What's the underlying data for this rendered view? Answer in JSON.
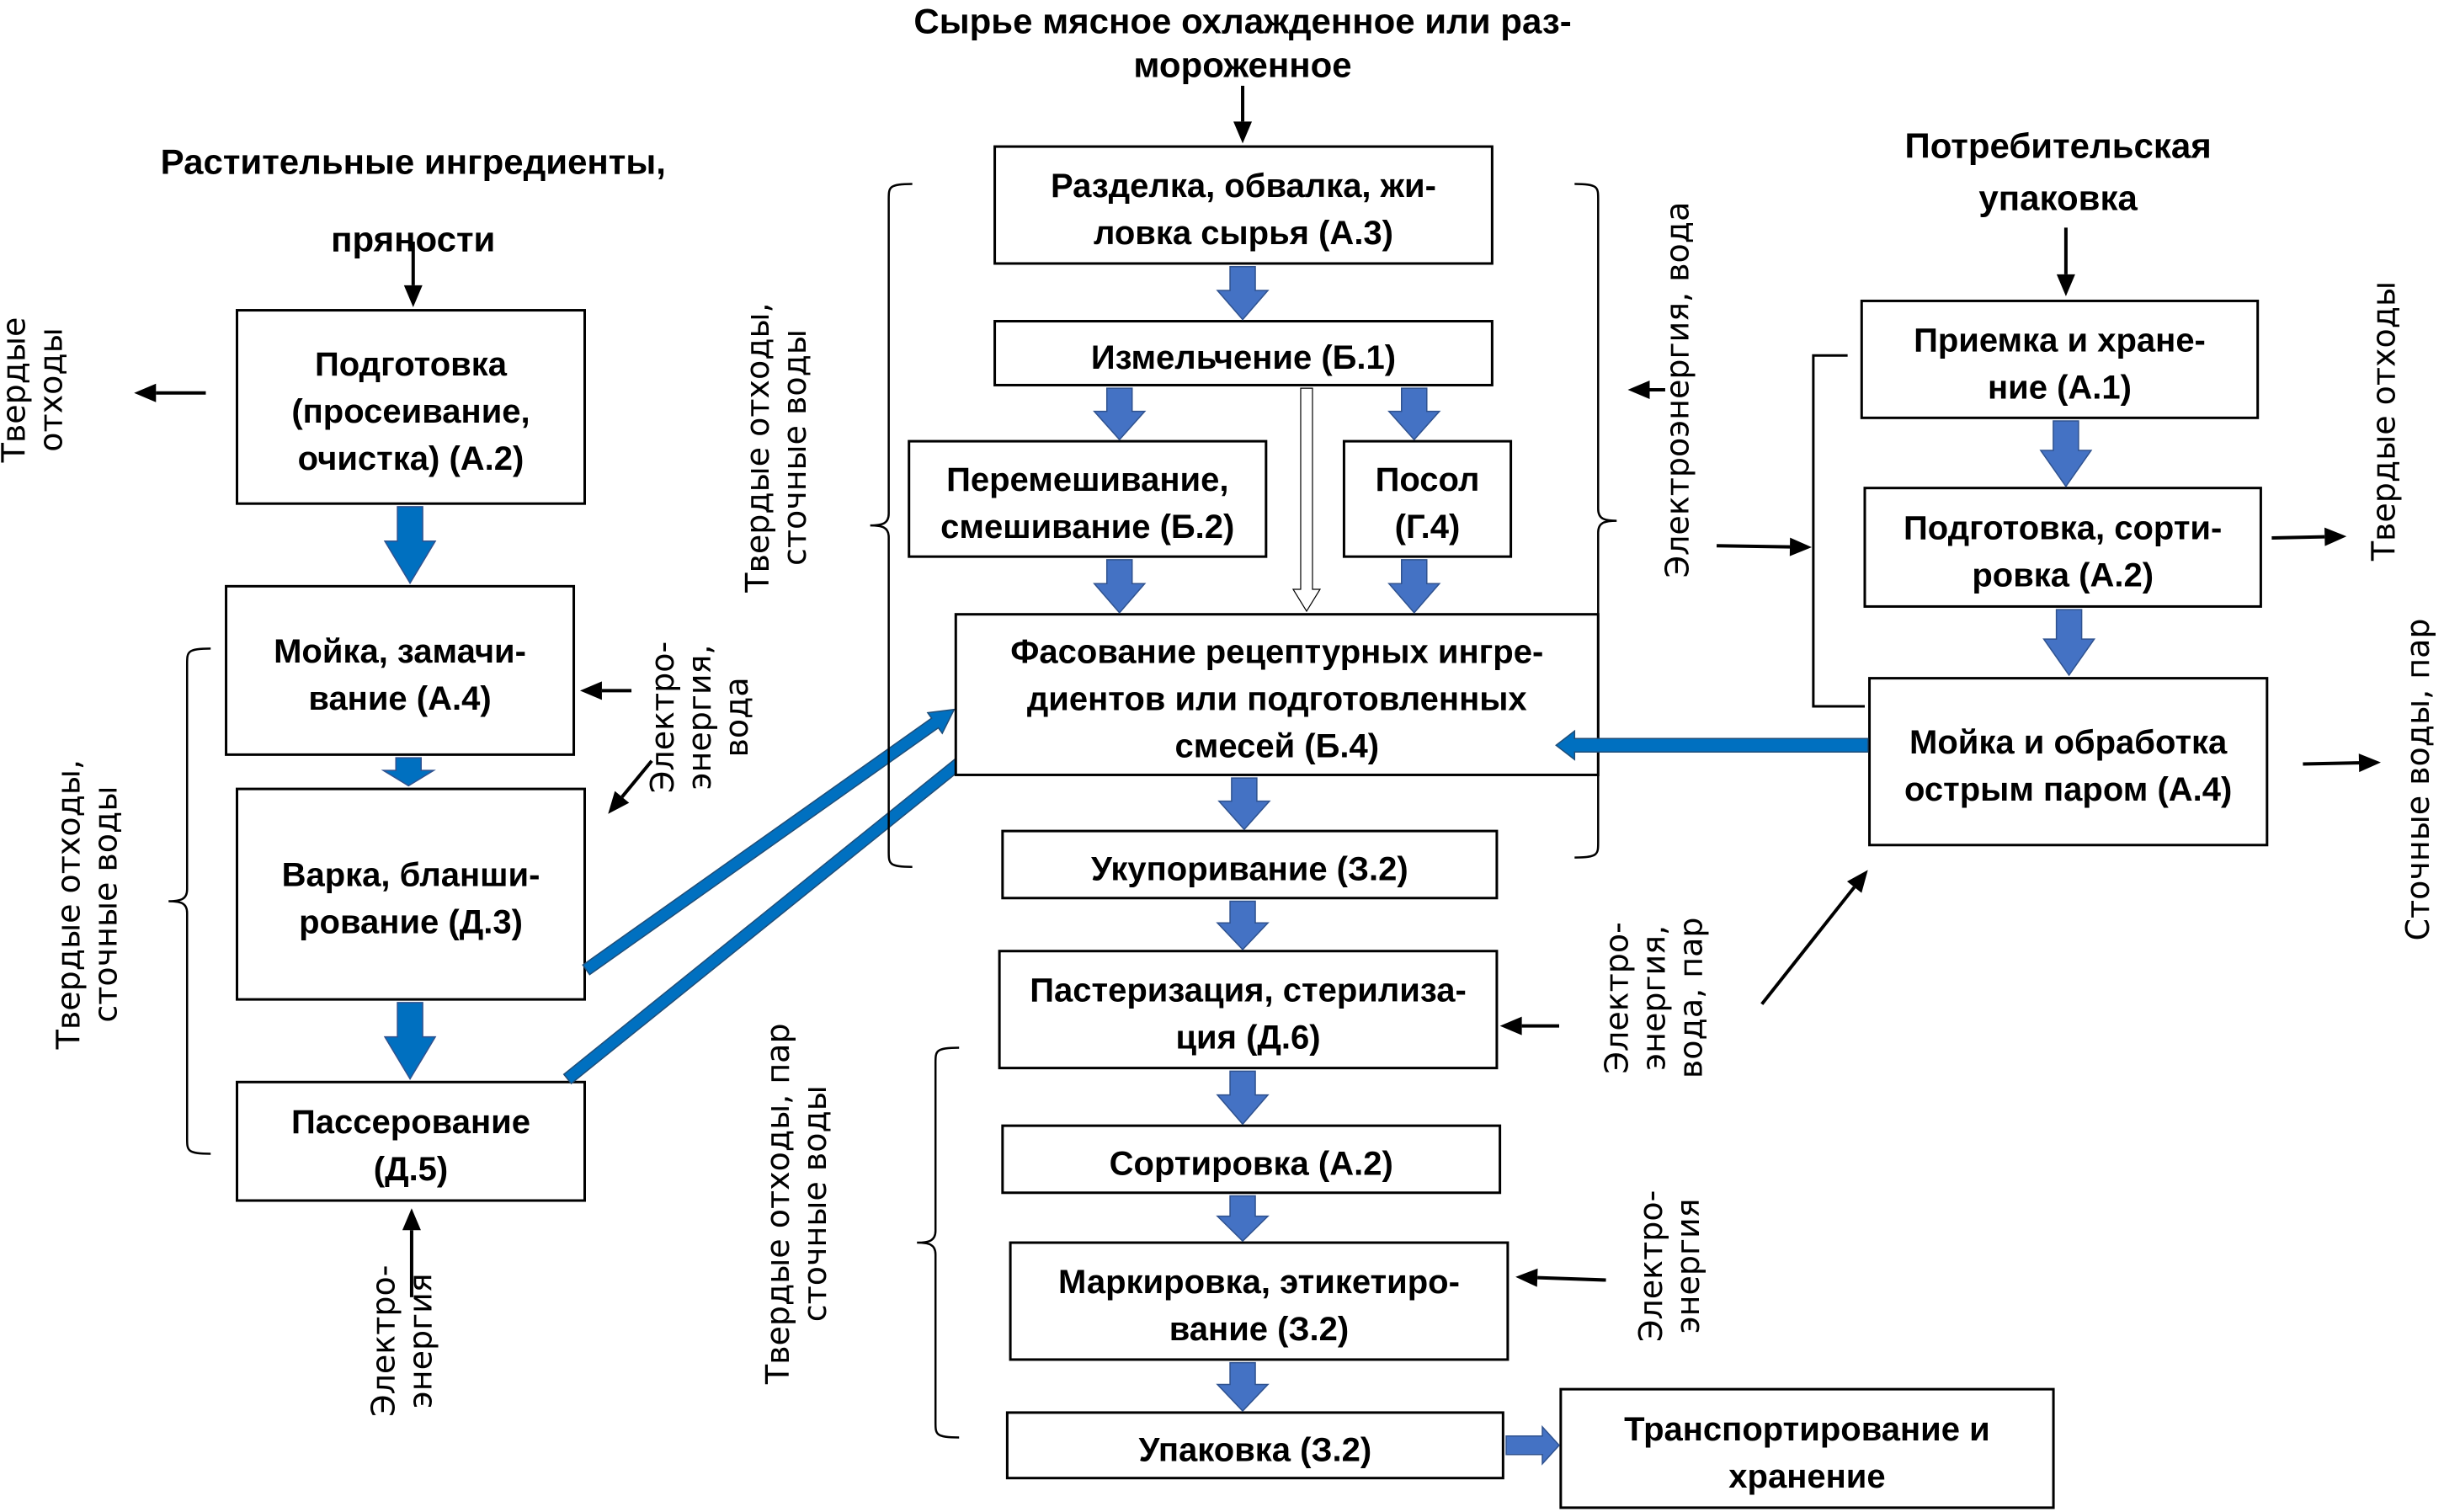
{
  "colors": {
    "flow_arrow": "#4472C4",
    "transfer_arrow": "#0070C0",
    "box_border": "#000000",
    "background": "#FFFFFF"
  },
  "inputs": {
    "plant": [
      "Растительные ингредиенты,",
      "пряности"
    ],
    "meat": [
      "Сырье мясное охлажденное или раз-",
      "мороженное"
    ],
    "packaging": [
      "Потребительская",
      "упаковка"
    ]
  },
  "left_column": {
    "prep": [
      "Подготовка",
      "(просеивание,",
      "очистка) (А.2)"
    ],
    "wash": [
      "Мойка, замачи-",
      "вание (А.4)"
    ],
    "boil": [
      "Варка, бланши-",
      "рование (Д.3)"
    ],
    "saute": [
      "Пассерование",
      "(Д.5)"
    ]
  },
  "center_column": {
    "cutting": [
      "Разделка, обвалка, жи-",
      "ловка сырья (А.3)"
    ],
    "grinding": [
      "Измельчение (Б.1)"
    ],
    "mixing": [
      "Перемешивание,",
      "смешивание (Б.2)"
    ],
    "salting": [
      "Посол",
      "(Г.4)"
    ],
    "dosing": [
      "Фасование рецептурных ингре-",
      "диентов или подготовленных",
      "смесей (Б.4)"
    ],
    "capping": [
      "Укупоривание (З.2)"
    ],
    "sterilization": [
      "Пастеризация, стерилиза-",
      "ция (Д.6)"
    ],
    "sorting": [
      "Сортировка (А.2)"
    ],
    "labeling": [
      "Маркировка, этикетиро-",
      "вание (З.2)"
    ],
    "packing": [
      "Упаковка (З.2)"
    ],
    "transport": [
      "Транспортирование и",
      "хранение"
    ]
  },
  "right_column": {
    "receiving": [
      "Приемка и хране-",
      "ние (А.1)"
    ],
    "prep_sort": [
      "Подготовка, сорти-",
      "ровка (А.2)"
    ],
    "wash_steam": [
      "Мойка и обработка",
      "острым паром (А.4)"
    ]
  },
  "side_labels": {
    "left_solid_waste": [
      "Твердые",
      "отходы"
    ],
    "left_waste_water": [
      "Твердые отходы,",
      "сточные воды"
    ],
    "left_energy_water": [
      "Электро-",
      "энергия,",
      "вода"
    ],
    "left_energy": [
      "Электро-",
      "энергия"
    ],
    "center_waste_water": [
      "Твердые отходы,",
      "сточные воды"
    ],
    "center_waste_steam": [
      "Твердые отходы, пар",
      "сточные воды"
    ],
    "center_energy_water": [
      "Электроэнергия, вода"
    ],
    "center_energy_water_steam": [
      "Электро-",
      "энергия,",
      "вода, пар"
    ],
    "center_energy": [
      "Электро-",
      "энергия"
    ],
    "right_solid_waste": [
      "Твердые отходы"
    ],
    "right_waste_water_steam": [
      "Сточные воды, пар"
    ]
  }
}
